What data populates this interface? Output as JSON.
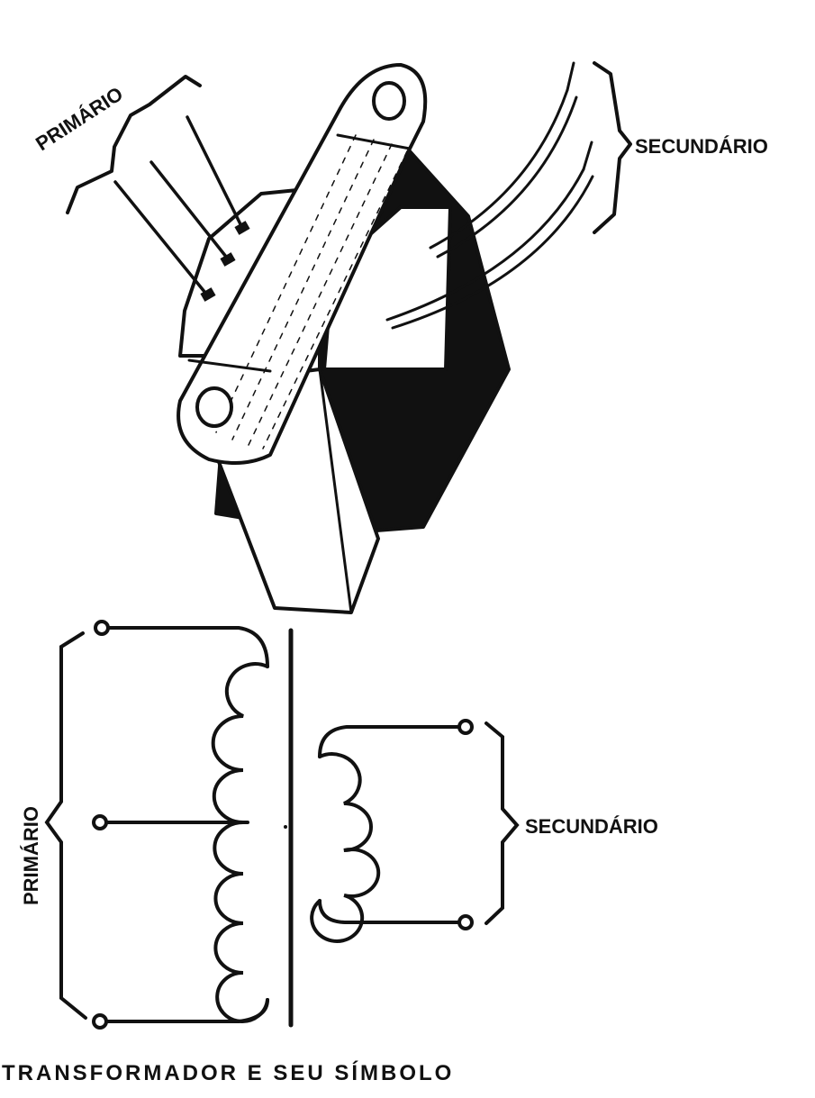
{
  "labels": {
    "top_primary": "PRIMÁRIO",
    "top_secondary": "SECUNDÁRIO",
    "symbol_primary": "PRIMÁRIO",
    "symbol_secondary": "SECUNDÁRIO"
  },
  "caption": "TRANSFORMADOR E SEU SÍMBOLO",
  "colors": {
    "ink": "#111111",
    "paper": "#ffffff"
  }
}
